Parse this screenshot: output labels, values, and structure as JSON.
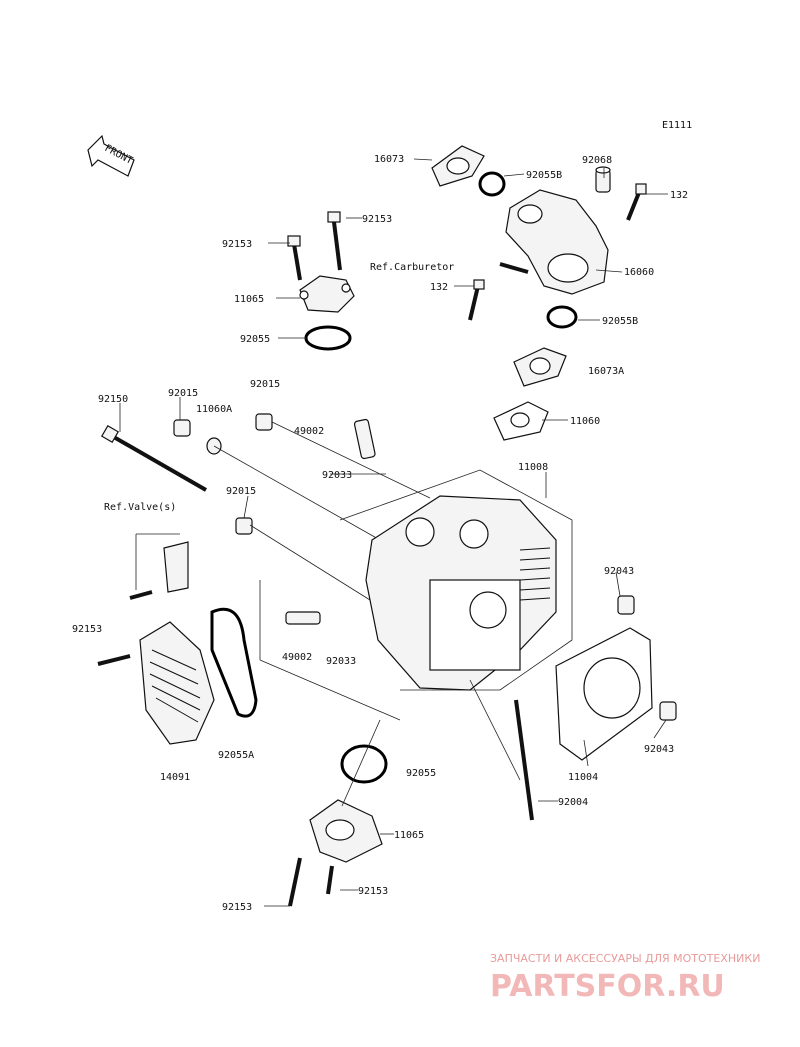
{
  "diagram_code": "E1111",
  "front_label": "FRONT",
  "references": {
    "carburetor": "Ref.Carburetor",
    "valves": "Ref.Valve(s)"
  },
  "labels": {
    "p16073": "16073",
    "p92055B_a": "92055B",
    "p92068": "92068",
    "p132_a": "132",
    "p92153_a": "92153",
    "p92153_b": "92153",
    "p11065_a": "11065",
    "p16060": "16060",
    "p132_b": "132",
    "p92055_a": "92055",
    "p92055B_b": "92055B",
    "p16073A": "16073A",
    "p92150": "92150",
    "p92015_a": "92015",
    "p11060A": "11060A",
    "p92015_b": "92015",
    "p49002_a": "49002",
    "p11060": "11060",
    "p92033_a": "92033",
    "p11008": "11008",
    "p92015_c": "92015",
    "p92043_a": "92043",
    "p92153_c": "92153",
    "p49002_b": "49002",
    "p92033_b": "92033",
    "p92055A": "92055A",
    "p14091": "14091",
    "p92055_b": "92055",
    "p92043_b": "92043",
    "p11004": "11004",
    "p92004": "92004",
    "p11065_b": "11065",
    "p92153_d": "92153",
    "p92153_e": "92153"
  },
  "watermark": {
    "tagline": "ЗАПЧАСТИ И АКСЕССУАРЫ ДЛЯ МОТОТЕХНИКИ",
    "logo": "PARTSFOR.RU"
  }
}
